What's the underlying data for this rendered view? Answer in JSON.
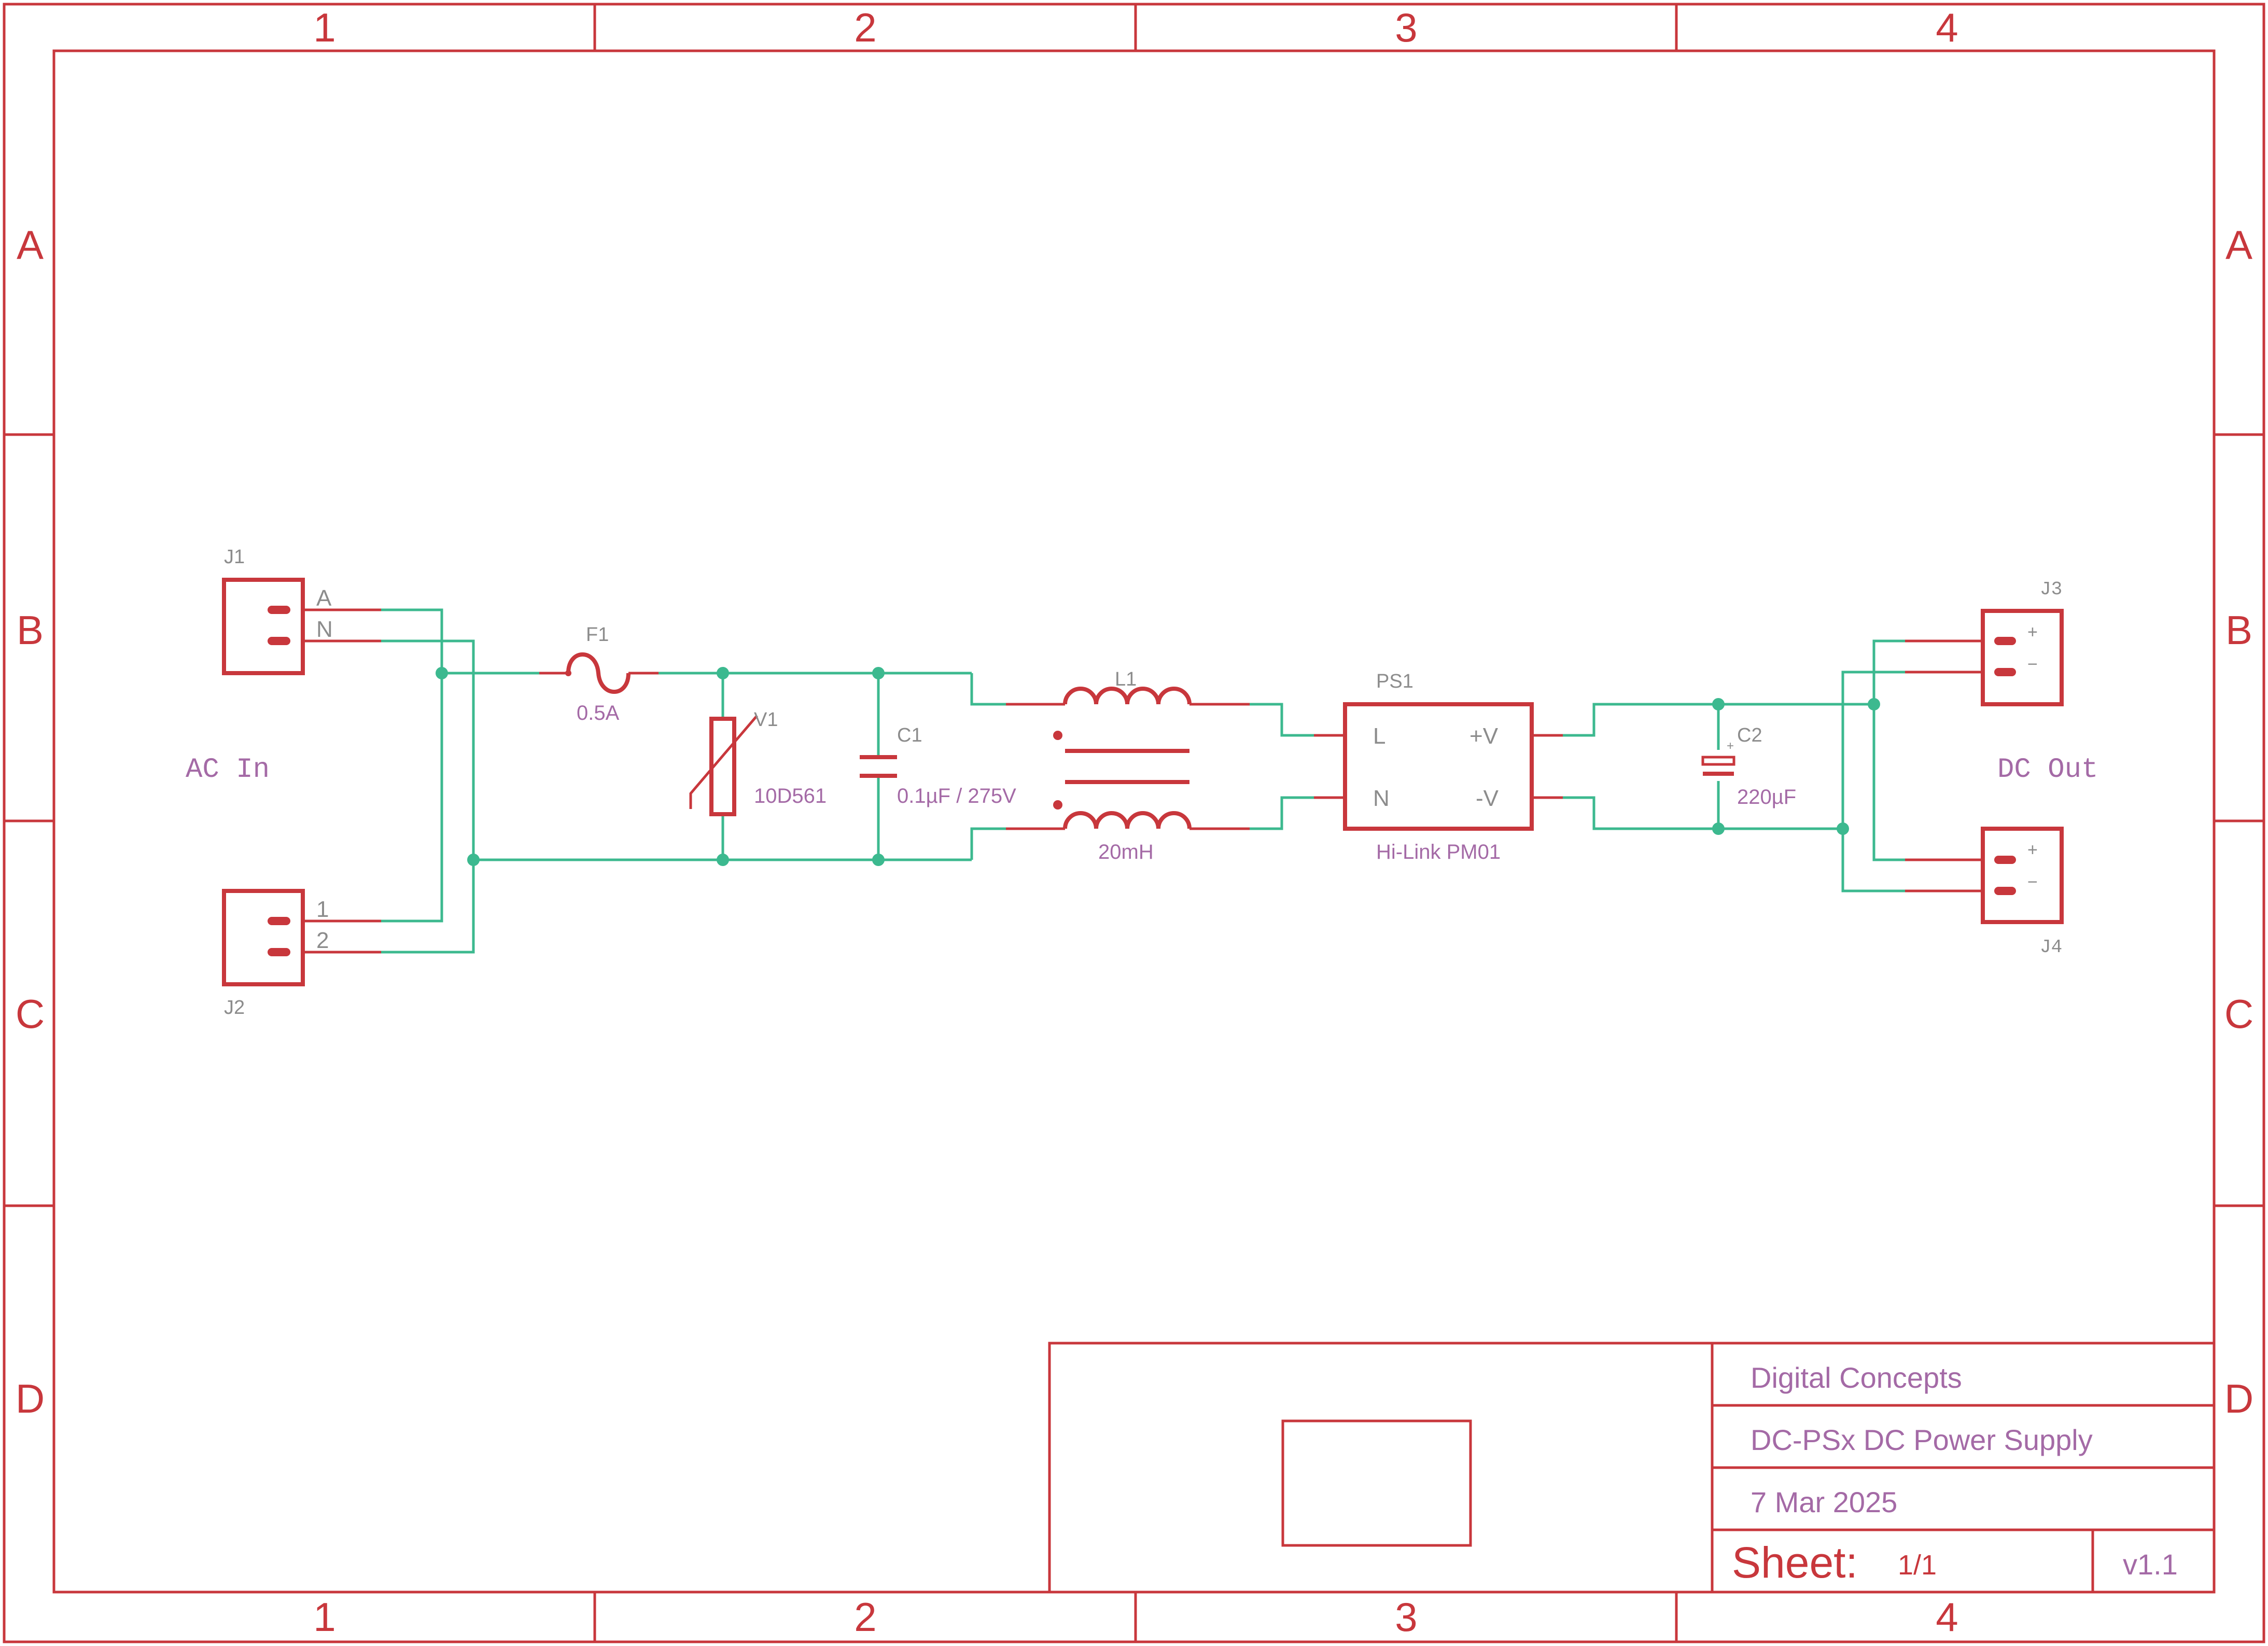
{
  "frame": {
    "columns": [
      "1",
      "2",
      "3",
      "4"
    ],
    "rows": [
      "A",
      "B",
      "C",
      "D"
    ]
  },
  "components": {
    "J1": {
      "ref": "J1",
      "pins": [
        "A",
        "N"
      ]
    },
    "J2": {
      "ref": "J2",
      "pins": [
        "1",
        "2"
      ]
    },
    "F1": {
      "ref": "F1",
      "value": "0.5A"
    },
    "V1": {
      "ref": "V1",
      "value": "10D561"
    },
    "C1": {
      "ref": "C1",
      "value": "0.1µF / 275V"
    },
    "L1": {
      "ref": "L1",
      "value": "20mH"
    },
    "PS1": {
      "ref": "PS1",
      "value": "Hi-Link PM01",
      "pins": [
        "L",
        "N",
        "+V",
        "-V"
      ]
    },
    "C2": {
      "ref": "C2",
      "value": "220µF",
      "polarity": "+"
    },
    "J3": {
      "ref": "J3",
      "pins": [
        "+",
        "−"
      ]
    },
    "J4": {
      "ref": "J4",
      "pins": [
        "+",
        "−"
      ]
    }
  },
  "labels": {
    "ac_in": "AC In",
    "dc_out": "DC Out"
  },
  "title_block": {
    "company": "Digital Concepts",
    "title": "DC-PSx DC Power Supply",
    "date": "7 Mar 2025",
    "sheet_label": "Sheet:",
    "sheet_value": "1/1",
    "revision": "v1.1"
  },
  "colors": {
    "frame_and_symbols": "#c8373c",
    "wires": "#3cb98f",
    "values": "#a46aa6",
    "references": "#8c8c8c"
  }
}
